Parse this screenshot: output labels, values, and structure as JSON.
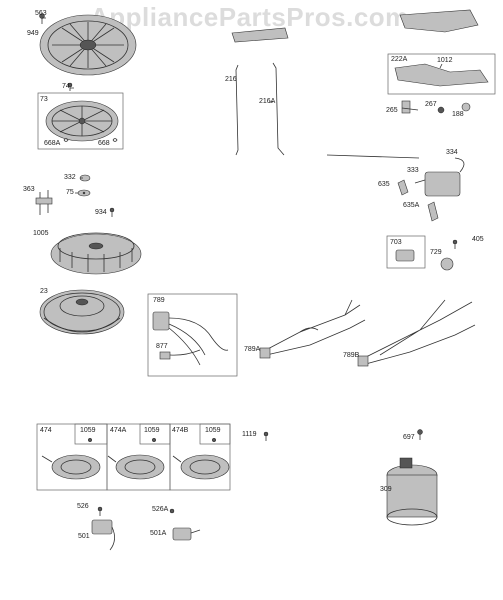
{
  "watermark": "AppliancePartsPros.com",
  "parts": {
    "p563": "563",
    "p949": "949",
    "p74": "74",
    "p73": "73",
    "p668A": "668A",
    "p668": "668",
    "p216": "216",
    "p216A": "216A",
    "p222A": "222A",
    "p1012": "1012",
    "p265": "265",
    "p267": "267",
    "p188": "188",
    "p334": "334",
    "p333": "333",
    "p635": "635",
    "p635A": "635A",
    "p332": "332",
    "p75": "75",
    "p363": "363",
    "p934": "934",
    "p1005": "1005",
    "p703": "703",
    "p405": "405",
    "p729": "729",
    "p23": "23",
    "p789": "789",
    "p877": "877",
    "p789A": "789A",
    "p789B": "789B",
    "p474": "474",
    "p1059a": "1059",
    "p474A": "474A",
    "p1059b": "1059",
    "p474B": "474B",
    "p1059c": "1059",
    "p1119": "1119",
    "p697": "697",
    "p309": "309",
    "p526": "526",
    "p526A": "526A",
    "p501": "501",
    "p501A": "501A"
  }
}
